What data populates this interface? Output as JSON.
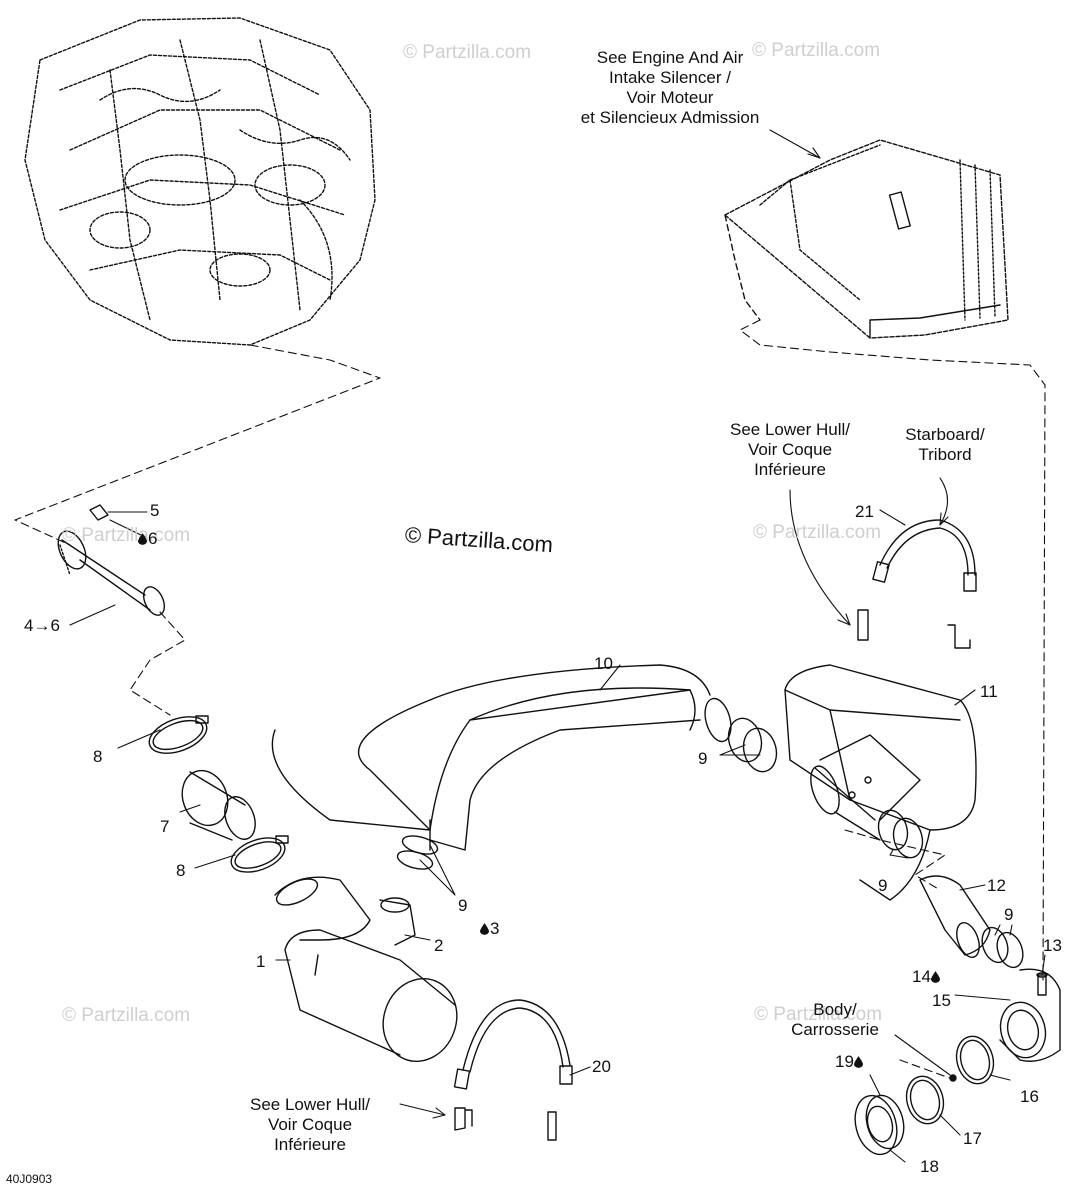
{
  "watermark": {
    "brand": "© Partzilla.com"
  },
  "diagram_code": "40J0903",
  "callouts": {
    "engine_silencer": "See Engine And Air\nIntake Silencer /\nVoir Moteur\net Silencieux Admission",
    "lower_hull_top": "See Lower Hull/\nVoir Coque\nInférieure",
    "starboard": "Starboard/\nTribord",
    "body": "Body/\nCarrosserie",
    "lower_hull_bottom": "See Lower Hull/\nVoir Coque\nInférieure"
  },
  "parts": {
    "p1": "1",
    "p2": "2",
    "p3": "3",
    "p4": "4",
    "p4_arrow": "→",
    "p5": "5",
    "p6a": "6",
    "p6b": "6",
    "p7": "7",
    "p8a": "8",
    "p8b": "8",
    "p9a": "9",
    "p9b": "9",
    "p9c": "9",
    "p9d": "9",
    "p10": "10",
    "p11": "11",
    "p12": "12",
    "p13": "13",
    "p14": "14",
    "p15": "15",
    "p16": "16",
    "p17": "17",
    "p18": "18",
    "p19": "19",
    "p20": "20",
    "p21": "21"
  },
  "icons": {
    "sealant": "drop-icon"
  },
  "colors": {
    "line": "#111111",
    "watermark": "#cfcfcf",
    "background": "#ffffff"
  }
}
